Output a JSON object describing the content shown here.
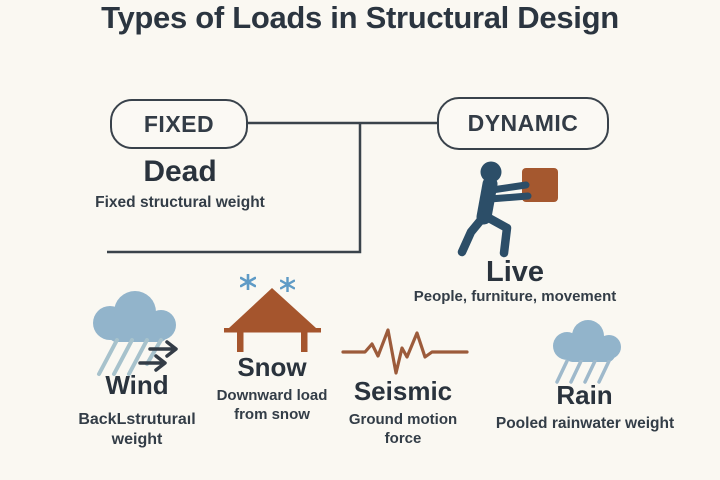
{
  "title": "Types of Loads in Structural Design",
  "categories": {
    "fixed": "FIXED",
    "dynamic": "DYNAMIC"
  },
  "loads": {
    "dead": {
      "name": "Dead",
      "desc": "Fixed structural weight"
    },
    "live": {
      "name": "Live",
      "desc": "People, furniture, movement",
      "icon": "person-carrying-box-icon"
    },
    "wind": {
      "name": "Wind",
      "desc1": "BackLstruturaıl",
      "desc2": "weight",
      "icon": "wind-cloud-icon"
    },
    "snow": {
      "name": "Snow",
      "desc1": "Downward load",
      "desc2": "from snow",
      "icon": "roof-with-snowflakes-icon"
    },
    "seismic": {
      "name": "Seismic",
      "desc1": "Ground motion",
      "desc2": "force",
      "icon": "seismic-waveform-icon"
    },
    "rain": {
      "name": "Rain",
      "desc": "Pooled rainwater weight",
      "icon": "rain-cloud-icon"
    }
  },
  "colors": {
    "background": "#FAF8F2",
    "ink": "#2B3540",
    "connector_line": "#3A434B",
    "cloud_blue": "#92B4CB",
    "slash_blue": "#A7C2CC",
    "rain_slash_blue": "#9FB9CB",
    "snowflake_blue": "#5F9BC6",
    "brown": "#A5552D",
    "seismic_brown": "#9C5B3B",
    "person_navy": "#2C4E68"
  }
}
